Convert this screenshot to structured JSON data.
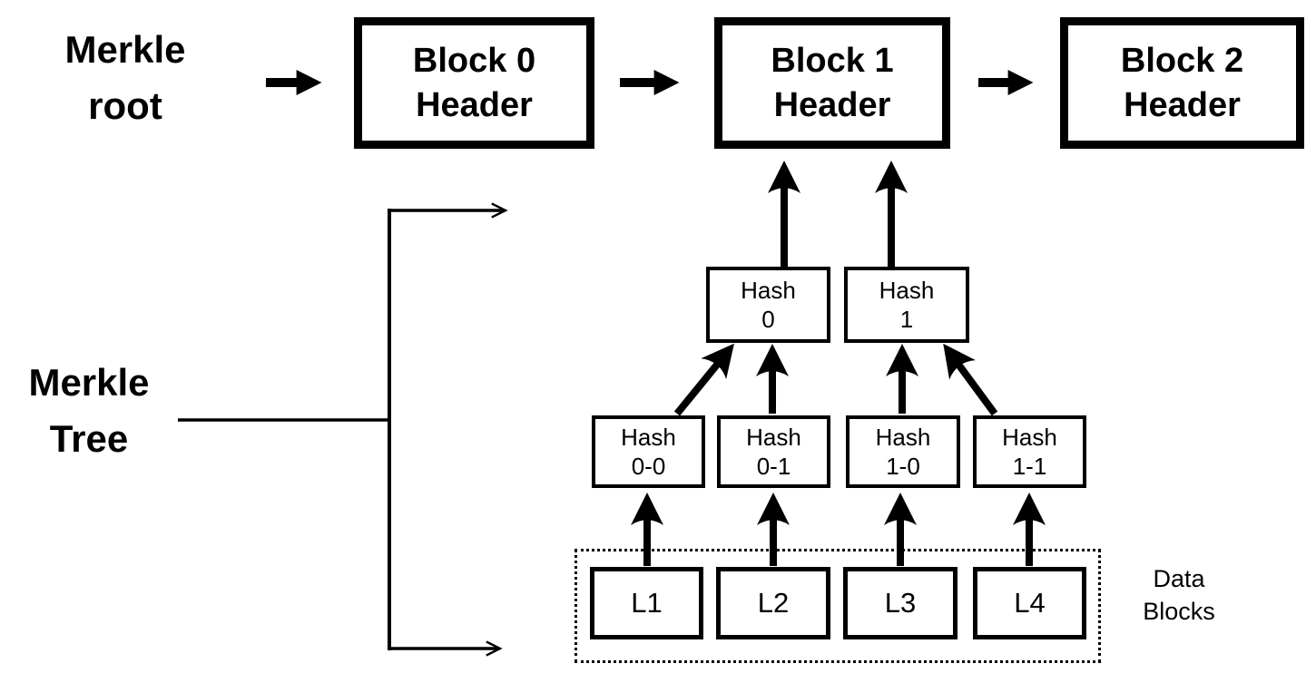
{
  "colors": {
    "ink": "#000000",
    "background": "#ffffff"
  },
  "blockchain_row": {
    "merkle_root_label": "Merkle\nroot",
    "blocks": [
      {
        "label": "Block 0\nHeader"
      },
      {
        "label": "Block 1\nHeader"
      },
      {
        "label": "Block 2\nHeader"
      }
    ]
  },
  "merkle_tree": {
    "section_label": "Merkle\nTree",
    "hash_level_1": [
      {
        "label": "Hash\n0"
      },
      {
        "label": "Hash\n1"
      }
    ],
    "hash_level_2": [
      {
        "label": "Hash\n0-0"
      },
      {
        "label": "Hash\n0-1"
      },
      {
        "label": "Hash\n1-0"
      },
      {
        "label": "Hash\n1-1"
      }
    ],
    "data_blocks": {
      "label": "Data\nBlocks",
      "leaves": [
        {
          "label": "L1"
        },
        {
          "label": "L2"
        },
        {
          "label": "L3"
        },
        {
          "label": "L4"
        }
      ]
    }
  }
}
